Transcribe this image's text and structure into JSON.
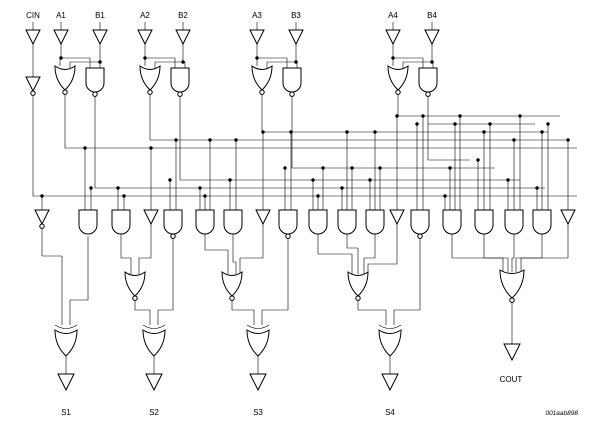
{
  "diagram": {
    "line_color": "#000000",
    "background": "#ffffff",
    "inputs": {
      "cin": "CIN",
      "a1": "A1",
      "b1": "B1",
      "a2": "A2",
      "b2": "B2",
      "a3": "A3",
      "b3": "B3",
      "a4": "A4",
      "b4": "B4"
    },
    "outputs": {
      "s1": "S1",
      "s2": "S2",
      "s3": "S3",
      "s4": "S4",
      "cout": "COUT"
    },
    "reference": "001aab898"
  }
}
